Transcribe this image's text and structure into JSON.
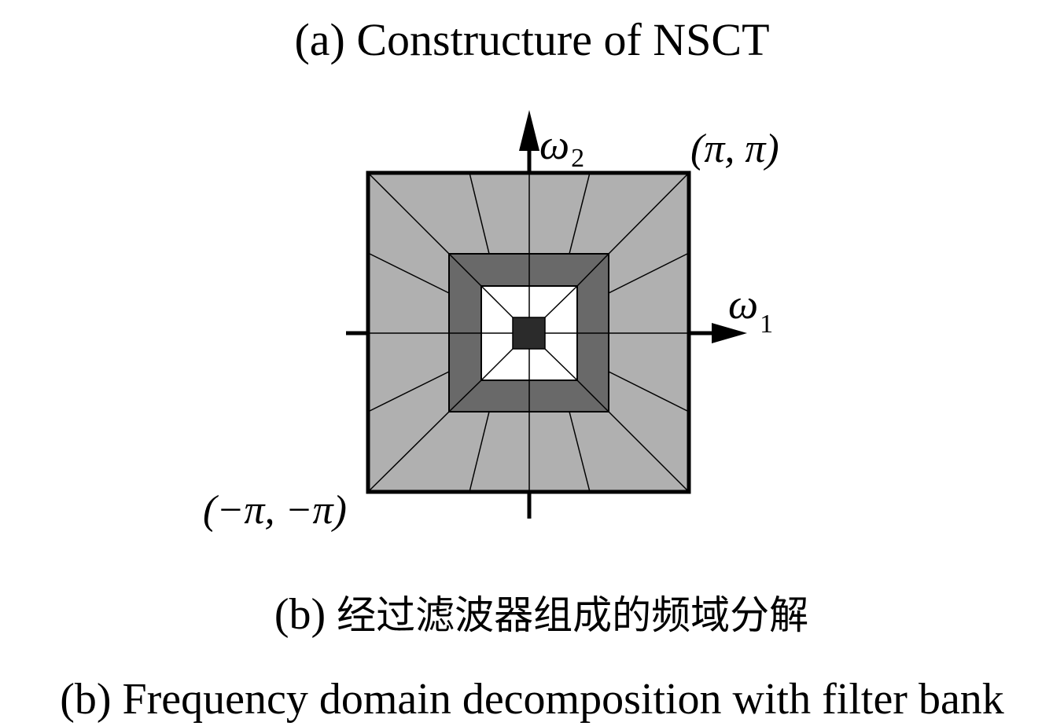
{
  "captions": {
    "a": "(a) Constructure of NSCT",
    "b_prefix": "(b)",
    "b_cn": "经过滤波器组成的频域分解",
    "b_en": "(b) Frequency domain decomposition with filter bank"
  },
  "axes": {
    "omega": "ω",
    "w1_sub": "1",
    "w2_sub": "2"
  },
  "corners": {
    "top_right": "(π, π)",
    "bottom_left": "(−π, −π)"
  },
  "colors": {
    "outer_band": "#b0b0b0",
    "middle_band": "#696969",
    "inner_band": "#ffffff",
    "center": "#2b2b2b",
    "stroke": "#000000"
  }
}
